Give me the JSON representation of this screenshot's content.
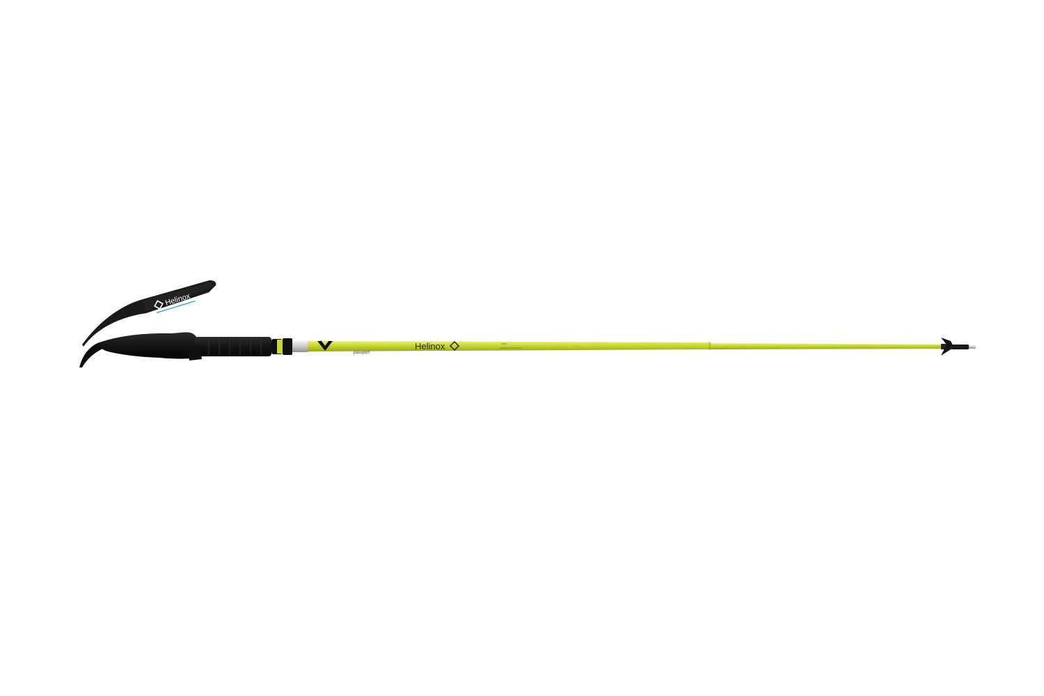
{
  "background_color": "#ffffff",
  "product": {
    "strap_brand": "Helinox",
    "shaft_brand": "Helinox",
    "shaft_model": "passport",
    "colors": {
      "shaft": "#c9d630",
      "shaft_highlight": "#e7ef7a",
      "shaft_shadow": "#9aa61c",
      "grip": "#141414",
      "strap": "#1a1a1a",
      "strap_accent": "#29a7d8",
      "metal": "#c8c8c8"
    },
    "icons": [
      "diamond-logo-icon",
      "chevron-v-icon"
    ]
  }
}
